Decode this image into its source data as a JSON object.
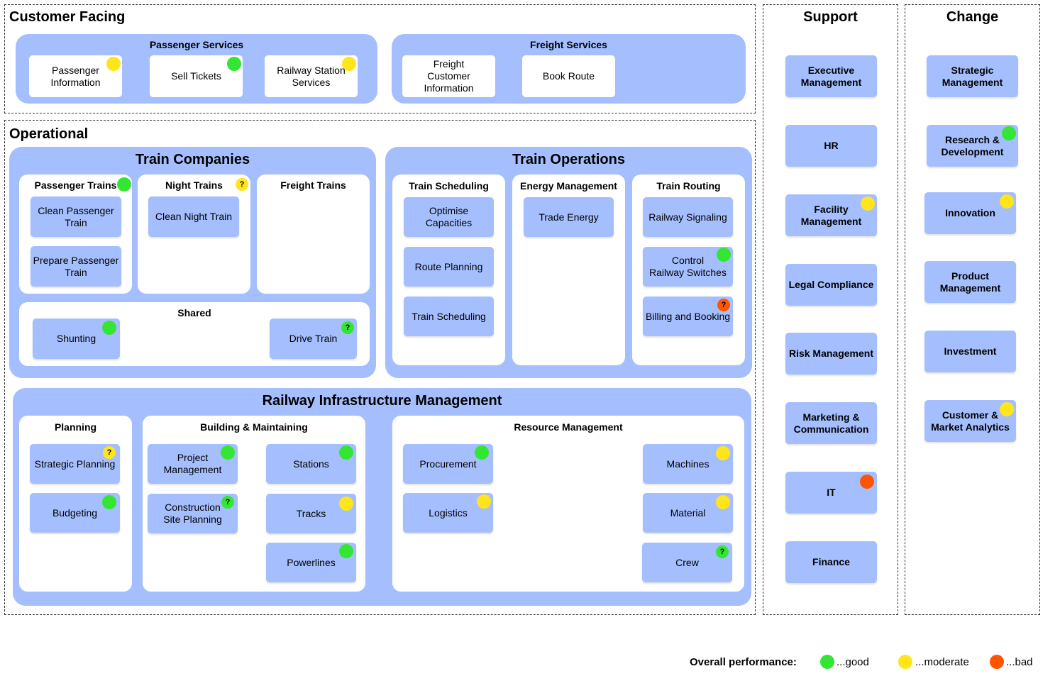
{
  "colors": {
    "good": "#33e633",
    "moderate": "#ffe51a",
    "bad": "#ff5500",
    "group": "#a5bffe"
  },
  "customer": {
    "title": "Customer Facing",
    "passenger": {
      "title": "Passenger Services",
      "items": [
        "Passenger\nInformation",
        "Sell Tickets",
        "Railway Station\nServices"
      ]
    },
    "freight": {
      "title": "Freight Services",
      "items": [
        "Freight\nCustomer\nInformation",
        "Book Route"
      ]
    }
  },
  "operational": {
    "title": "Operational",
    "train_companies": {
      "title": "Train Companies",
      "passenger_trains": {
        "title": "Passenger Trains",
        "items": [
          "Clean Passenger\nTrain",
          "Prepare Passenger\nTrain"
        ]
      },
      "night_trains": {
        "title": "Night Trains",
        "items": [
          "Clean Night Train"
        ]
      },
      "freight_trains": {
        "title": "Freight Trains"
      },
      "shared": {
        "title": "Shared",
        "items": [
          "Shunting",
          "Drive Train"
        ]
      }
    },
    "train_operations": {
      "title": "Train Operations",
      "scheduling": {
        "title": "Train Scheduling",
        "items": [
          "Optimise Capacities",
          "Route Planning",
          "Train Scheduling"
        ]
      },
      "energy": {
        "title": "Energy Management",
        "items": [
          "Trade Energy"
        ]
      },
      "routing": {
        "title": "Train Routing",
        "items": [
          "Railway Signaling",
          "Control\nRailway Switches",
          "Billing and Booking"
        ]
      }
    },
    "infrastructure": {
      "title": "Railway Infrastructure Management",
      "planning": {
        "title": "Planning",
        "items": [
          "Strategic Planning",
          "Budgeting"
        ]
      },
      "building": {
        "title": "Building & Maintaining",
        "items": [
          "Project\nManagement",
          "Construction\nSite Planning",
          "Stations",
          "Tracks",
          "Powerlines"
        ]
      },
      "resource": {
        "title": "Resource Management",
        "items": [
          "Procurement",
          "Logistics",
          "Machines",
          "Material",
          "Crew"
        ]
      }
    }
  },
  "support": {
    "title": "Support",
    "items": [
      "Executive\nManagement",
      "HR",
      "Facility\nManagement",
      "Legal Compliance",
      "Risk Management",
      "Marketing &\nCommunication",
      "IT",
      "Finance"
    ]
  },
  "change": {
    "title": "Change",
    "items": [
      "Strategic\nManagement",
      "Research &\nDevelopment",
      "Innovation",
      "Product\nManagement",
      "Investment",
      "Customer &\nMarket Analytics"
    ]
  },
  "legend": {
    "title": "Overall performance:",
    "good": "...good",
    "moderate": "...moderate",
    "bad": "...bad"
  },
  "unknown_mark": "?",
  "status": {
    "passenger_information": "moderate",
    "sell_tickets": "good",
    "railway_station_services": "moderate",
    "passenger_trains": "good",
    "night_trains": "moderate-unknown",
    "shunting": "good",
    "drive_train": "good-unknown",
    "control_railway_switches": "good",
    "billing_and_booking": "bad-unknown",
    "strategic_planning": "moderate-unknown",
    "budgeting": "good",
    "project_management": "good",
    "construction_site_planning": "good-unknown",
    "stations": "good",
    "tracks": "moderate",
    "powerlines": "good",
    "procurement": "good",
    "logistics": "moderate",
    "machines": "moderate",
    "material": "moderate",
    "crew": "good-unknown",
    "facility_management": "moderate",
    "it": "bad",
    "research_development": "good",
    "innovation": "moderate",
    "customer_market_analytics": "moderate"
  }
}
